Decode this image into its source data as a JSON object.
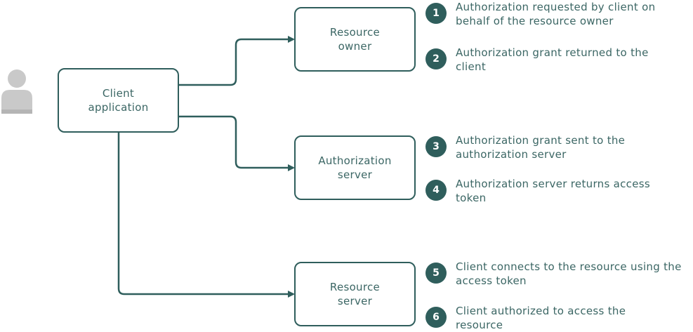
{
  "nodes": {
    "client_app": "Client\napplication",
    "resource_owner": "Resource\nowner",
    "authorization_server": "Authorization\nserver",
    "resource_server": "Resource\nserver"
  },
  "steps": [
    {
      "num": "1",
      "text": "Authorization requested by client on behalf of the resource owner"
    },
    {
      "num": "2",
      "text": "Authorization grant returned to the client"
    },
    {
      "num": "3",
      "text": "Authorization grant sent to the authorization server"
    },
    {
      "num": "4",
      "text": "Authorization server returns access token"
    },
    {
      "num": "5",
      "text": "Client connects to the resource using the access token"
    },
    {
      "num": "6",
      "text": "Client authorized to access the resource"
    }
  ],
  "colors": {
    "stroke": "#2f5e5c",
    "text": "#3b6664",
    "person_icon": "#c9c9c9"
  },
  "icons": {
    "user": "person-icon"
  }
}
